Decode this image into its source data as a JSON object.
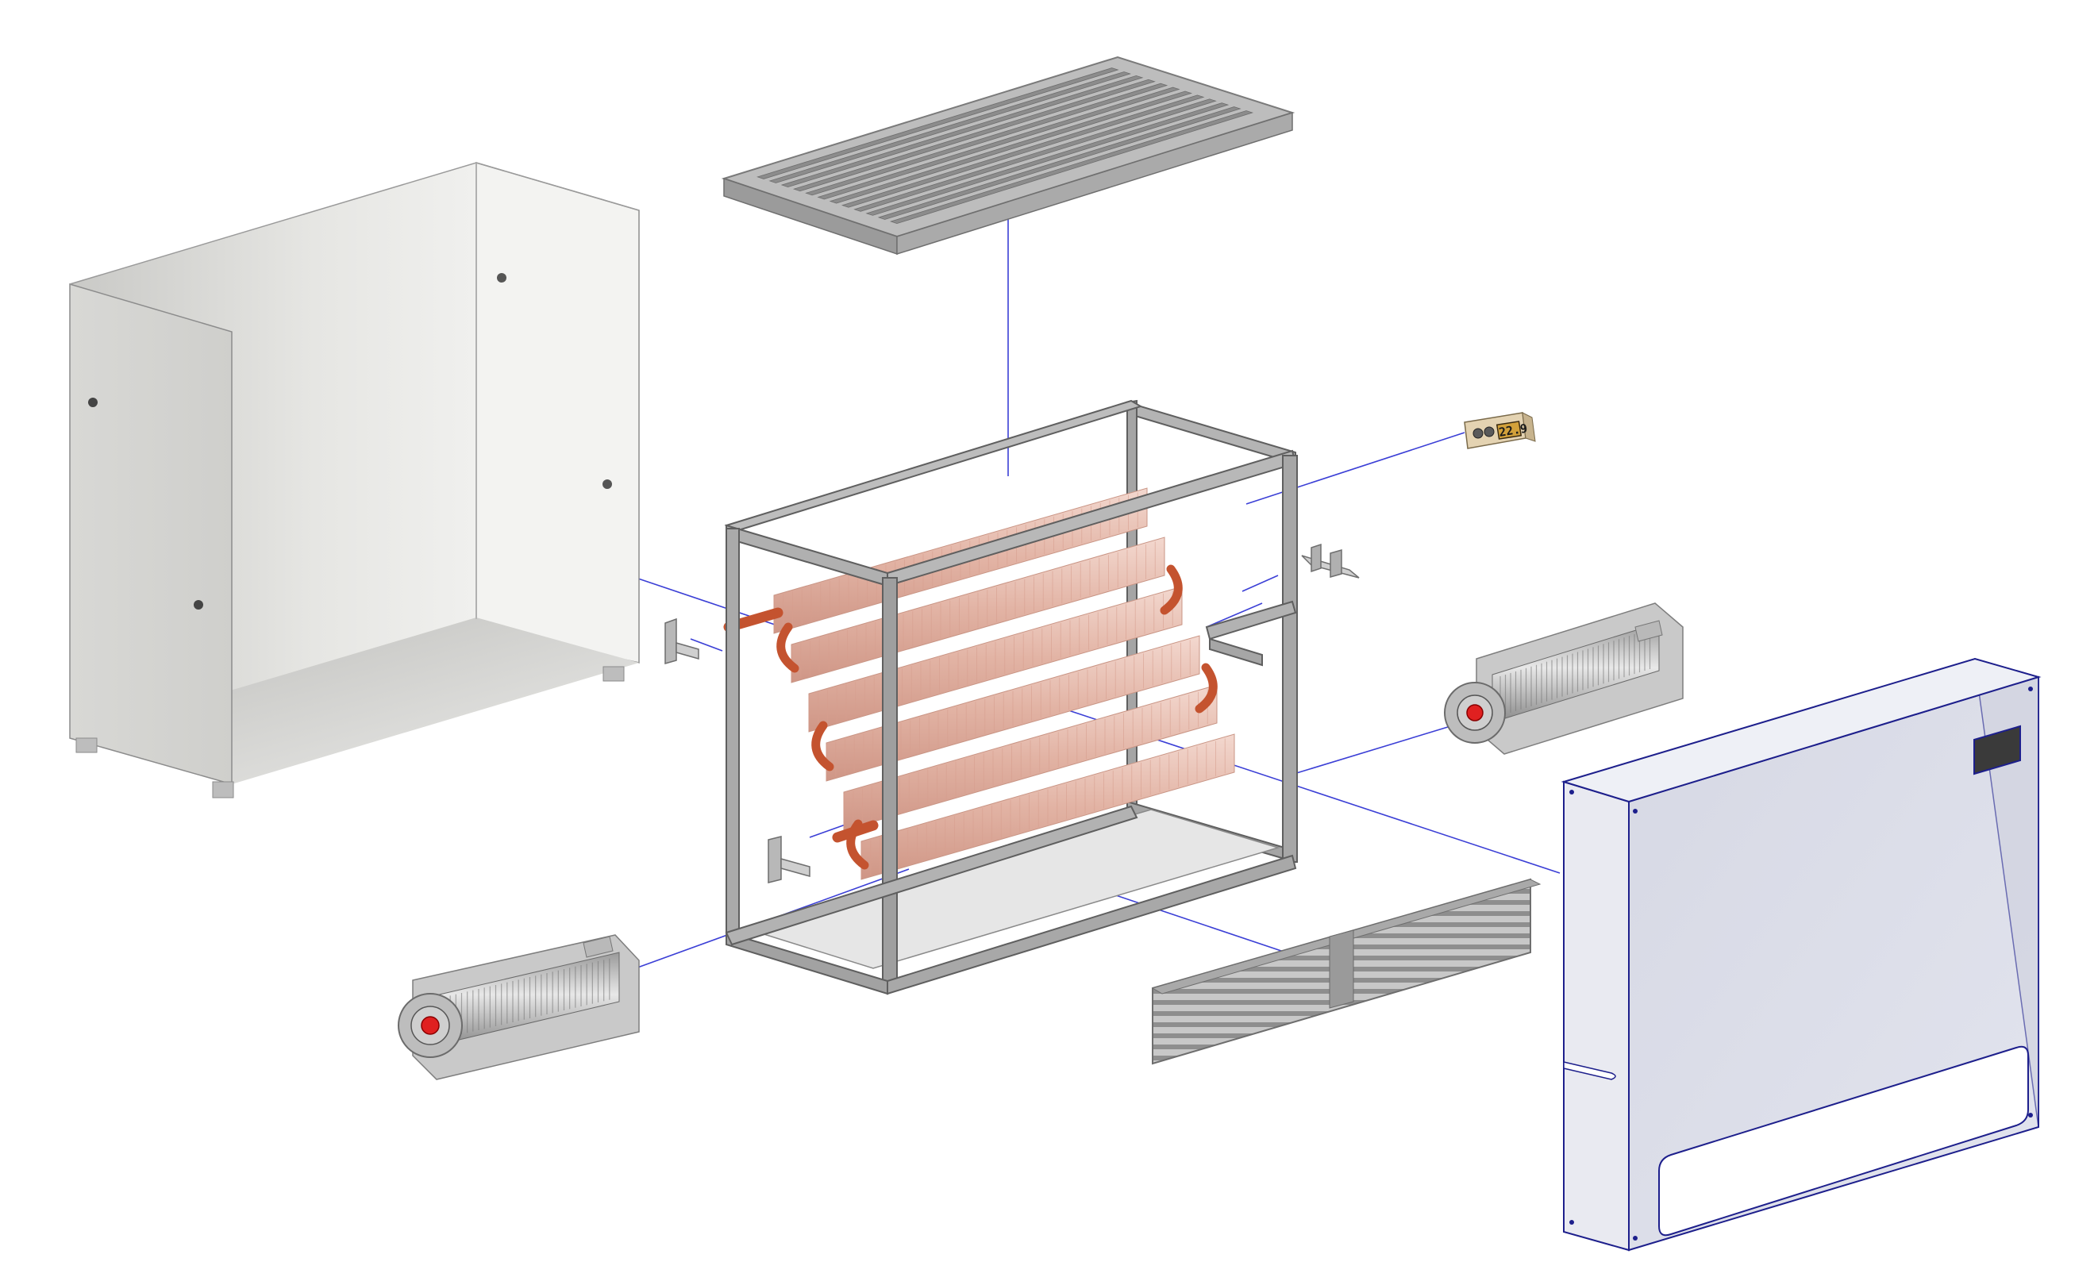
{
  "scene": {
    "background": "#ffffff",
    "explode_line_color": "#3b3fd6",
    "sheet_metal_color": "#dcdcd8",
    "frame_color": "#9a9a9a",
    "coil_fin_color": "#e6bfb2",
    "copper_pipe_color": "#c4532f",
    "front_panel_color": "#d9dbe6",
    "front_panel_edge_color": "#1d1f8c",
    "fan_hub_color": "#e02020"
  },
  "components": [
    {
      "name": "housing-shell",
      "icon": "box-enclosure-icon"
    },
    {
      "name": "top-grille",
      "icon": "grille-icon"
    },
    {
      "name": "frame",
      "icon": "frame-icon"
    },
    {
      "name": "heat-exchanger-coil",
      "icon": "coil-icon"
    },
    {
      "name": "thermostat",
      "icon": "thermostat-icon"
    },
    {
      "name": "front-panel",
      "icon": "panel-icon"
    },
    {
      "name": "right-fan",
      "icon": "fan-icon"
    },
    {
      "name": "left-fan",
      "icon": "fan-icon"
    },
    {
      "name": "bottom-grille",
      "icon": "grille-icon"
    },
    {
      "name": "mounting-brackets",
      "icon": "bracket-icon"
    }
  ],
  "thermostat": {
    "display": "22.9"
  }
}
